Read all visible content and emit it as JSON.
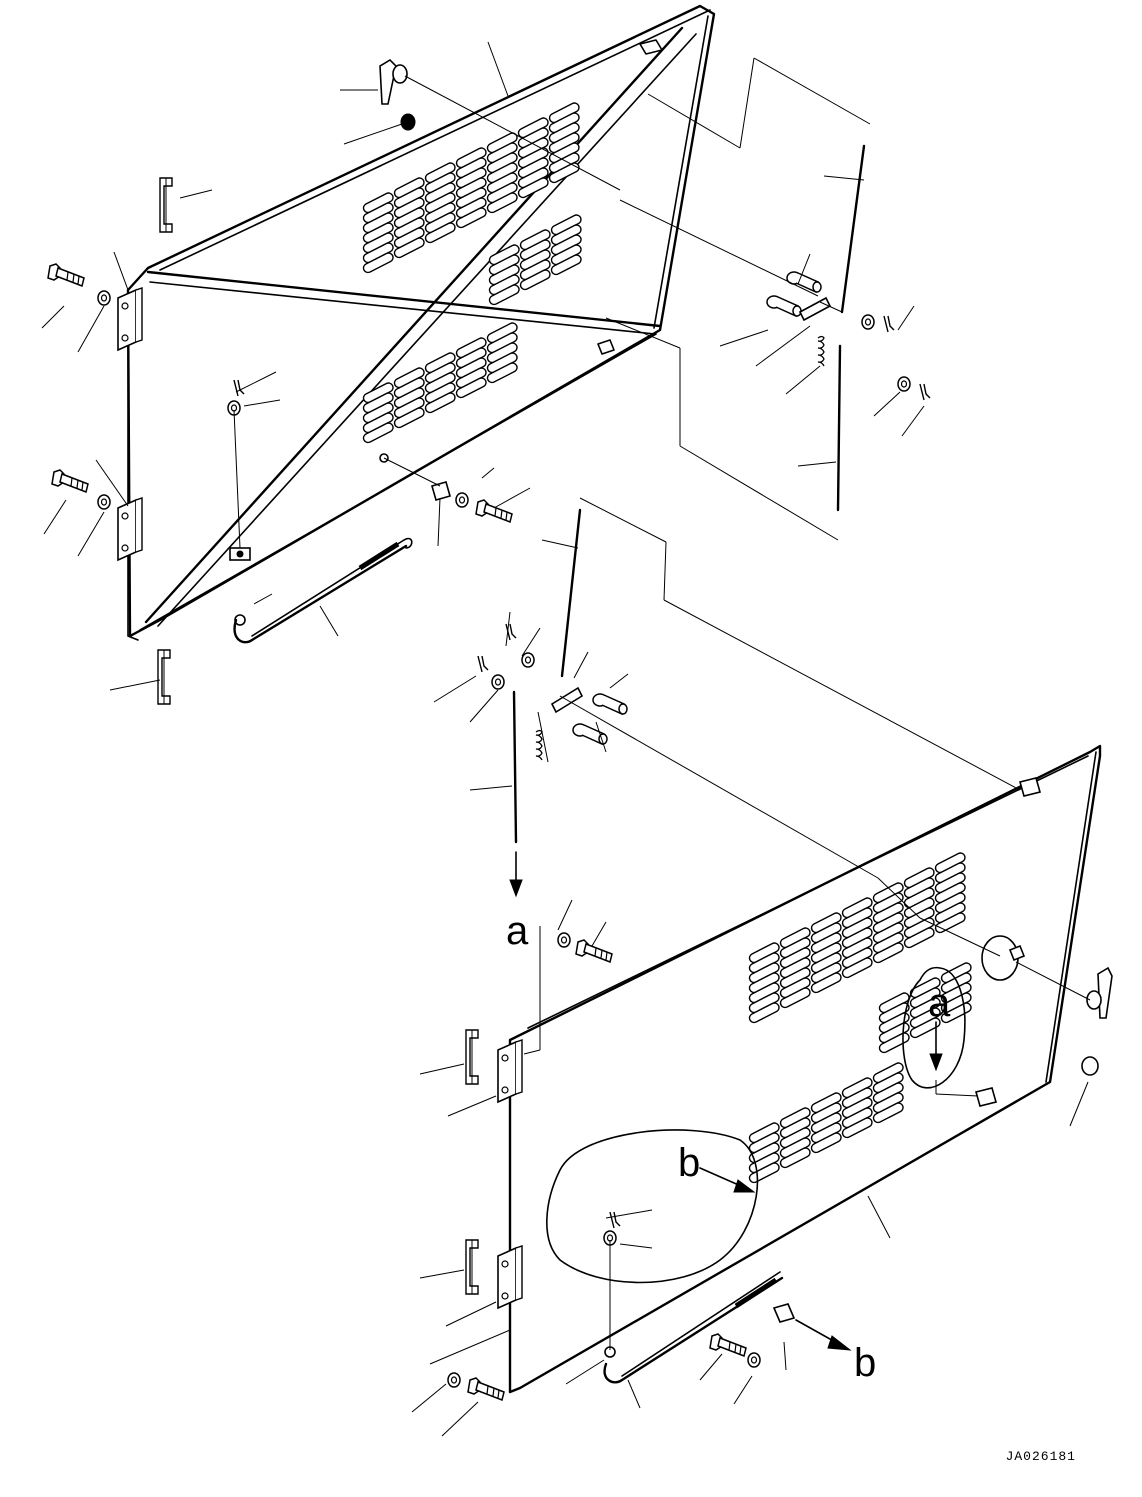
{
  "labels": {
    "ref_a_upper": "a",
    "ref_a_lower": "a",
    "ref_b_upper": "b",
    "ref_b_lower": "b"
  },
  "drawing_code": "JA026181"
}
